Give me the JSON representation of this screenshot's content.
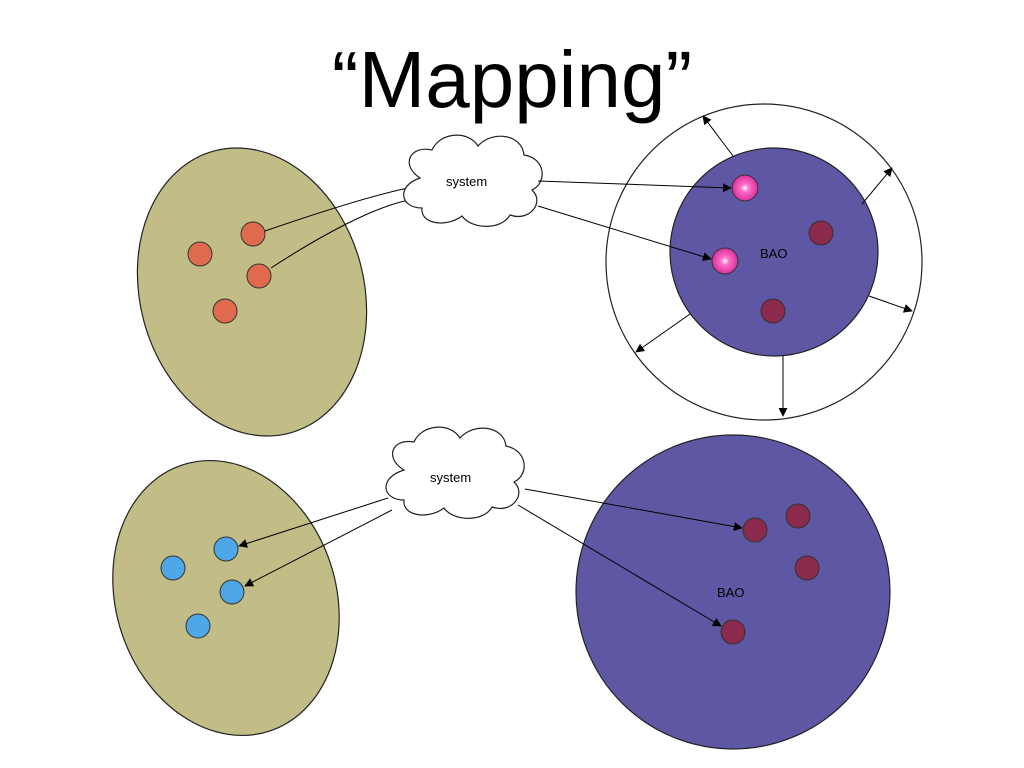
{
  "title": "“Mapping”",
  "top": {
    "system_label": "system",
    "bao_label": "BAO"
  },
  "bottom": {
    "system_label": "system",
    "bao_label": "BAO"
  },
  "colors": {
    "background": "#ffffff",
    "source_ellipse": "#c2bd86",
    "bao_fill": "#5e58a4",
    "orange_dot": "#e06a4e",
    "blue_dot": "#4ea7e6",
    "maroon_dot": "#8b2a4d",
    "pink_dot": "#e040a8"
  }
}
